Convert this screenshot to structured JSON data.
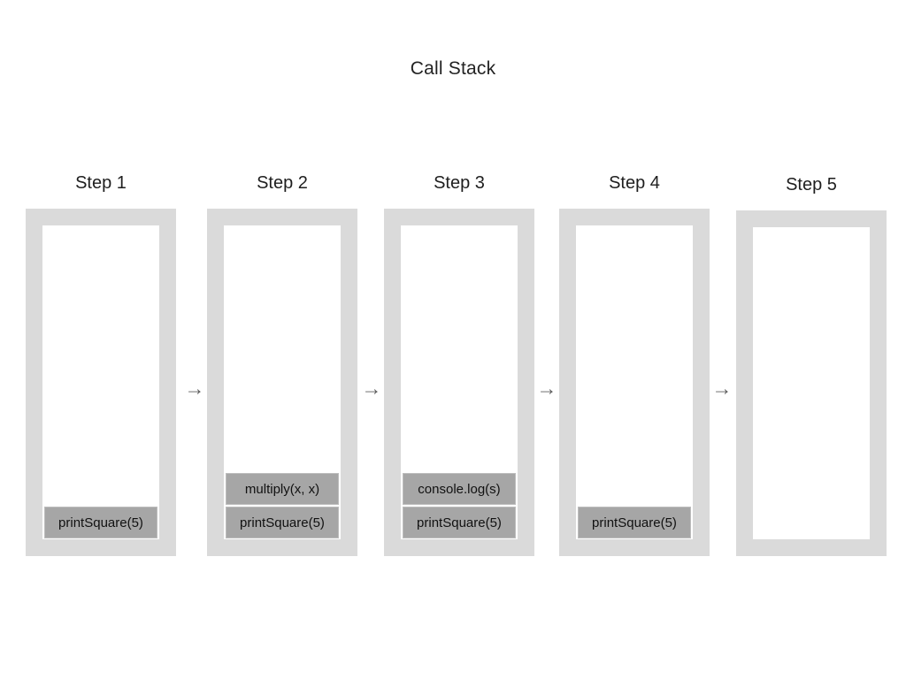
{
  "diagram": {
    "title": "Call Stack",
    "arrow_glyph": "→",
    "colors": {
      "box_border": "#dadada",
      "box_fill": "#ffffff",
      "frame_fill": "#a6a6a6",
      "frame_border": "#bdbdbd",
      "text": "#1a1a1a",
      "arrow": "#5e5e5e",
      "background": "#ffffff"
    },
    "steps": [
      {
        "label": "Step 1",
        "frames": [
          "printSquare(5)"
        ]
      },
      {
        "label": "Step 2",
        "frames": [
          "printSquare(5)",
          "multiply(x, x)"
        ]
      },
      {
        "label": "Step 3",
        "frames": [
          "printSquare(5)",
          "console.log(s)"
        ]
      },
      {
        "label": "Step 4",
        "frames": [
          "printSquare(5)"
        ]
      },
      {
        "label": "Step 5",
        "frames": []
      }
    ],
    "arrows": [
      "→",
      "→",
      "→",
      "→"
    ]
  }
}
